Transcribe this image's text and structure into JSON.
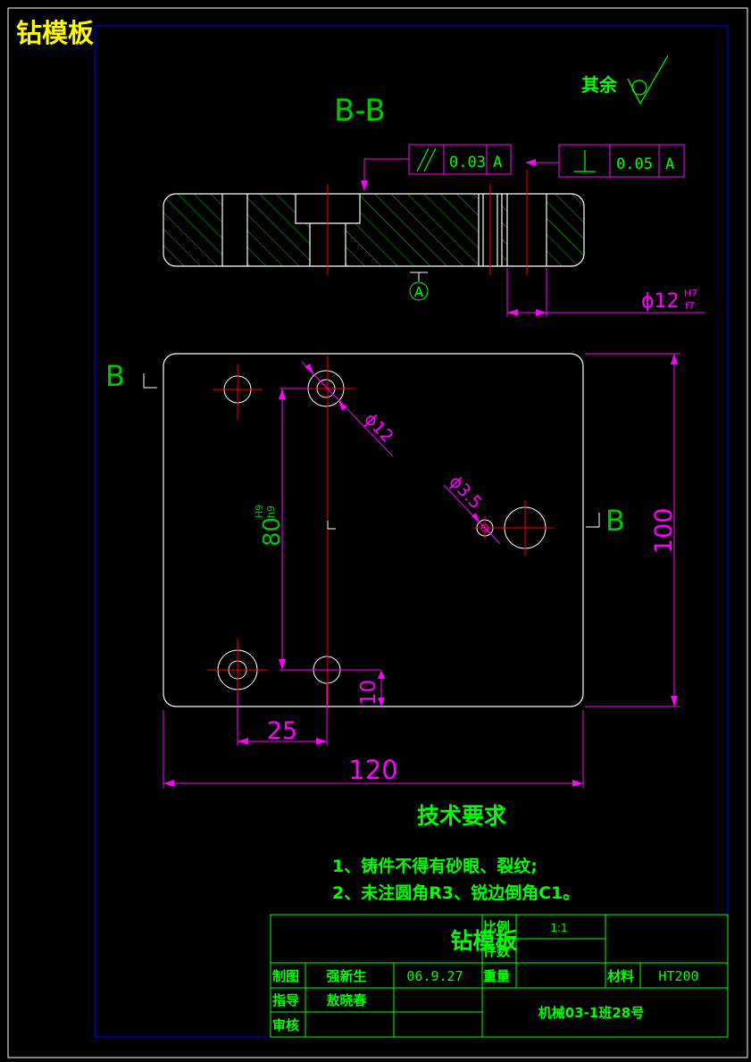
{
  "page_title": "钻模板",
  "colors": {
    "background": "#000000",
    "outline": "#ffffff",
    "frame": "#0000ff",
    "hatch": "#00c800",
    "text_green": "#00ff00",
    "dimension": "#ff00ff",
    "centerline": "#ff0000",
    "title_yellow": "#ffff00"
  },
  "section_label": "B-B",
  "surface_finish_note": "其余",
  "tolerance_frames": [
    {
      "symbol": "//",
      "value": "0.03",
      "datum": "A"
    },
    {
      "symbol": "⊥",
      "value": "0.05",
      "datum": "A"
    }
  ],
  "datum_label": "A",
  "hole_fit_dim": {
    "prefix": "ϕ12",
    "upper": "H7",
    "lower": "f7"
  },
  "section_marks": {
    "left": "B",
    "right": "B"
  },
  "dims": {
    "hole_diameter": "ϕ12",
    "small_hole_diameter": "ϕ3.5",
    "height_80": "80",
    "height_80_tol_upper": "H9",
    "height_80_tol_lower": "h9",
    "height_100": "100",
    "offset_10": "10",
    "width_25": "25",
    "width_120": "120"
  },
  "tech_requirements": {
    "title": "技术要求",
    "items": [
      "1、铸件不得有砂眼、裂纹;",
      "2、未注圆角R3、锐边倒角C1。"
    ]
  },
  "title_block": {
    "part_name": "钻模板",
    "scale_label": "比例",
    "scale_value": "1:1",
    "qty_label": "件数",
    "weight_label": "重量",
    "material_label": "材料",
    "material_value": "HT200",
    "drawn_label": "制图",
    "drawn_by": "强新生",
    "drawn_date": "06.9.27",
    "guide_label": "指导",
    "guide_by": "敖晓春",
    "review_label": "审核",
    "class_info": "机械03-1班28号"
  }
}
